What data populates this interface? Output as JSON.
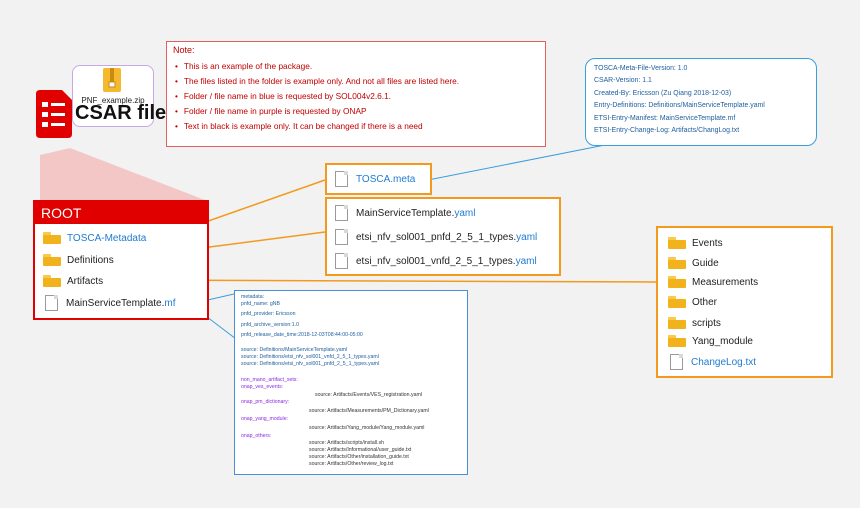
{
  "csar": {
    "zip_name": "PNF_example.zip",
    "label": "CSAR file"
  },
  "note": {
    "title": "Note:",
    "items": [
      "This is an example of the package.",
      "The files listed in the folder is example only. And not all files are listed here.",
      "Folder / file name in blue is requested by SOL004v2.6.1.",
      "Folder / file name in purple is requested by ONAP",
      "Text in black is example only. It can be changed if there is a need"
    ]
  },
  "meta_info": [
    "TOSCA-Meta-File-Version: 1.0",
    "CSAR-Version: 1.1",
    "Created-By: Ericsson (Zu Qiang 2018-12-03)",
    "Entry-Definitions: Definitions/MainServiceTemplate.yaml",
    "ETSI-Entry-Manifest: MainServiceTemplate.mf",
    "ETSI-Entry-Change-Log: Artifacts/ChangLog.txt"
  ],
  "root": {
    "title": "ROOT",
    "tosca_metadata": "TOSCA-Metadata",
    "definitions": "Definitions",
    "artifacts": "Artifacts",
    "mf_base": "MainServiceTemplate.",
    "mf_ext": "mf"
  },
  "tosca_meta": {
    "base": "TOSCA.",
    "ext": "meta"
  },
  "definitions_files": [
    {
      "base": "MainServiceTemplate.",
      "ext": "yaml"
    },
    {
      "base": "etsi_nfv_sol001_pnfd_2_5_1_types.",
      "ext": "yaml"
    },
    {
      "base": "etsi_nfv_sol001_vnfd_2_5_1_types.",
      "ext": "yaml"
    }
  ],
  "artifacts_items": {
    "folders": [
      "Events",
      "Guide",
      "Measurements",
      "Other",
      "scripts",
      "Yang_module"
    ],
    "changelog": "ChangeLog.txt"
  },
  "manifest": {
    "metadata": "metadata:",
    "pnfd_name": "pnfd_name: gNB",
    "pnfd_provider": "pnfd_provider: Ericsson",
    "pnfd_archive_version": "pnfd_archive_version:1.0",
    "pnfd_release_date_time": "pnfd_release_date_time:2018-12-03T08:44:00-05:00",
    "sources": [
      "source: Definitions/MainServiceTemplate.yaml",
      "source: Definitions/etsi_nfv_sol001_vnfd_2_5_1_types.yaml",
      "source: Definitions/etsi_nfv_sol001_pnfd_2_5_1_types.yaml"
    ],
    "non_mano": "non_mano_artifact_sets:",
    "ves_events": "onap_ves_events:",
    "ves_source": "source: Artifacts/Events/VES_registration.yaml",
    "pm_dictionary": "onap_pm_dictionary:",
    "pm_source": "source: Artifacts/Measurements/PM_Dictionary.yaml",
    "yang_module": "onap_yang_module:",
    "yang_source": "source: Artifacts/Yang_module/Yang_module.yaml",
    "others": "onap_others:",
    "others_sources": [
      "source: Artifacts/scripts/install.sh",
      "source: Artifacts/Informational/user_guide.txt",
      "source: Artifacts/Other/installation_guide.txt",
      "source: Artifacts/Other/review_log.txt"
    ]
  },
  "colors": {
    "red": "#e00000",
    "orange": "#f39a1e",
    "blue": "#1f7bd1",
    "purple": "#8a2be2",
    "note_red": "#c00000"
  }
}
